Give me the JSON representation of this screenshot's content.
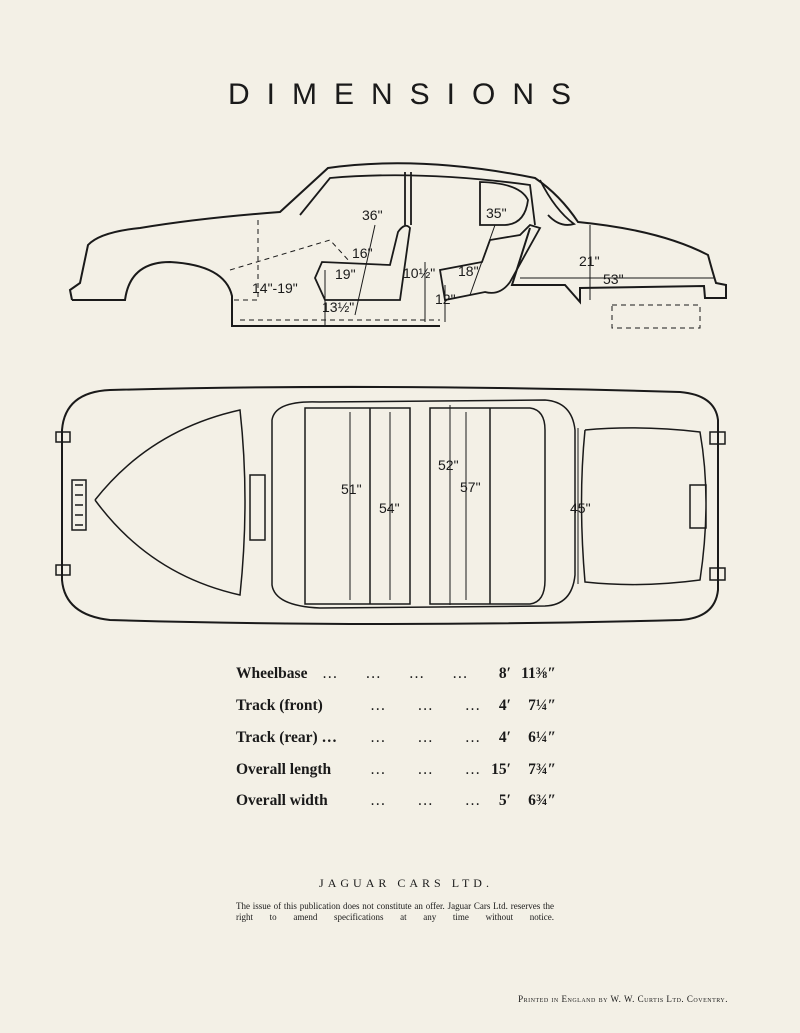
{
  "title": "DIMENSIONS",
  "side_view": {
    "labels": [
      "36\"",
      "35\"",
      "16\"",
      "19\"",
      "14\"-19\"",
      "13½\"",
      "10½\"",
      "18\"",
      "12\"",
      "21\"",
      "53\""
    ]
  },
  "top_view": {
    "labels": [
      "51\"",
      "54\"",
      "52\"",
      "57\"",
      "45\""
    ]
  },
  "specs": [
    {
      "label": "Wheelbase",
      "dots": "… … … …",
      "feet": "8′",
      "inches": "11⅜″"
    },
    {
      "label": "Track (front)",
      "dots": "… … …",
      "feet": "4′",
      "inches": "7¼″"
    },
    {
      "label": "Track (rear) …",
      "dots": "… … …",
      "feet": "4′",
      "inches": "6¼″"
    },
    {
      "label": "Overall length",
      "dots": "… … …",
      "feet": "15′",
      "inches": "7¾″"
    },
    {
      "label": "Overall width",
      "dots": "… … …",
      "feet": "5′",
      "inches": "6¾″"
    }
  ],
  "company": "JAGUAR CARS LTD.",
  "notice": "The issue of this publication does not constitute an offer. Jaguar Cars Ltd. reserves the right to amend specifications at any time without notice.",
  "printer": "Printed in England by W. W. Curtis Ltd. Coventry."
}
